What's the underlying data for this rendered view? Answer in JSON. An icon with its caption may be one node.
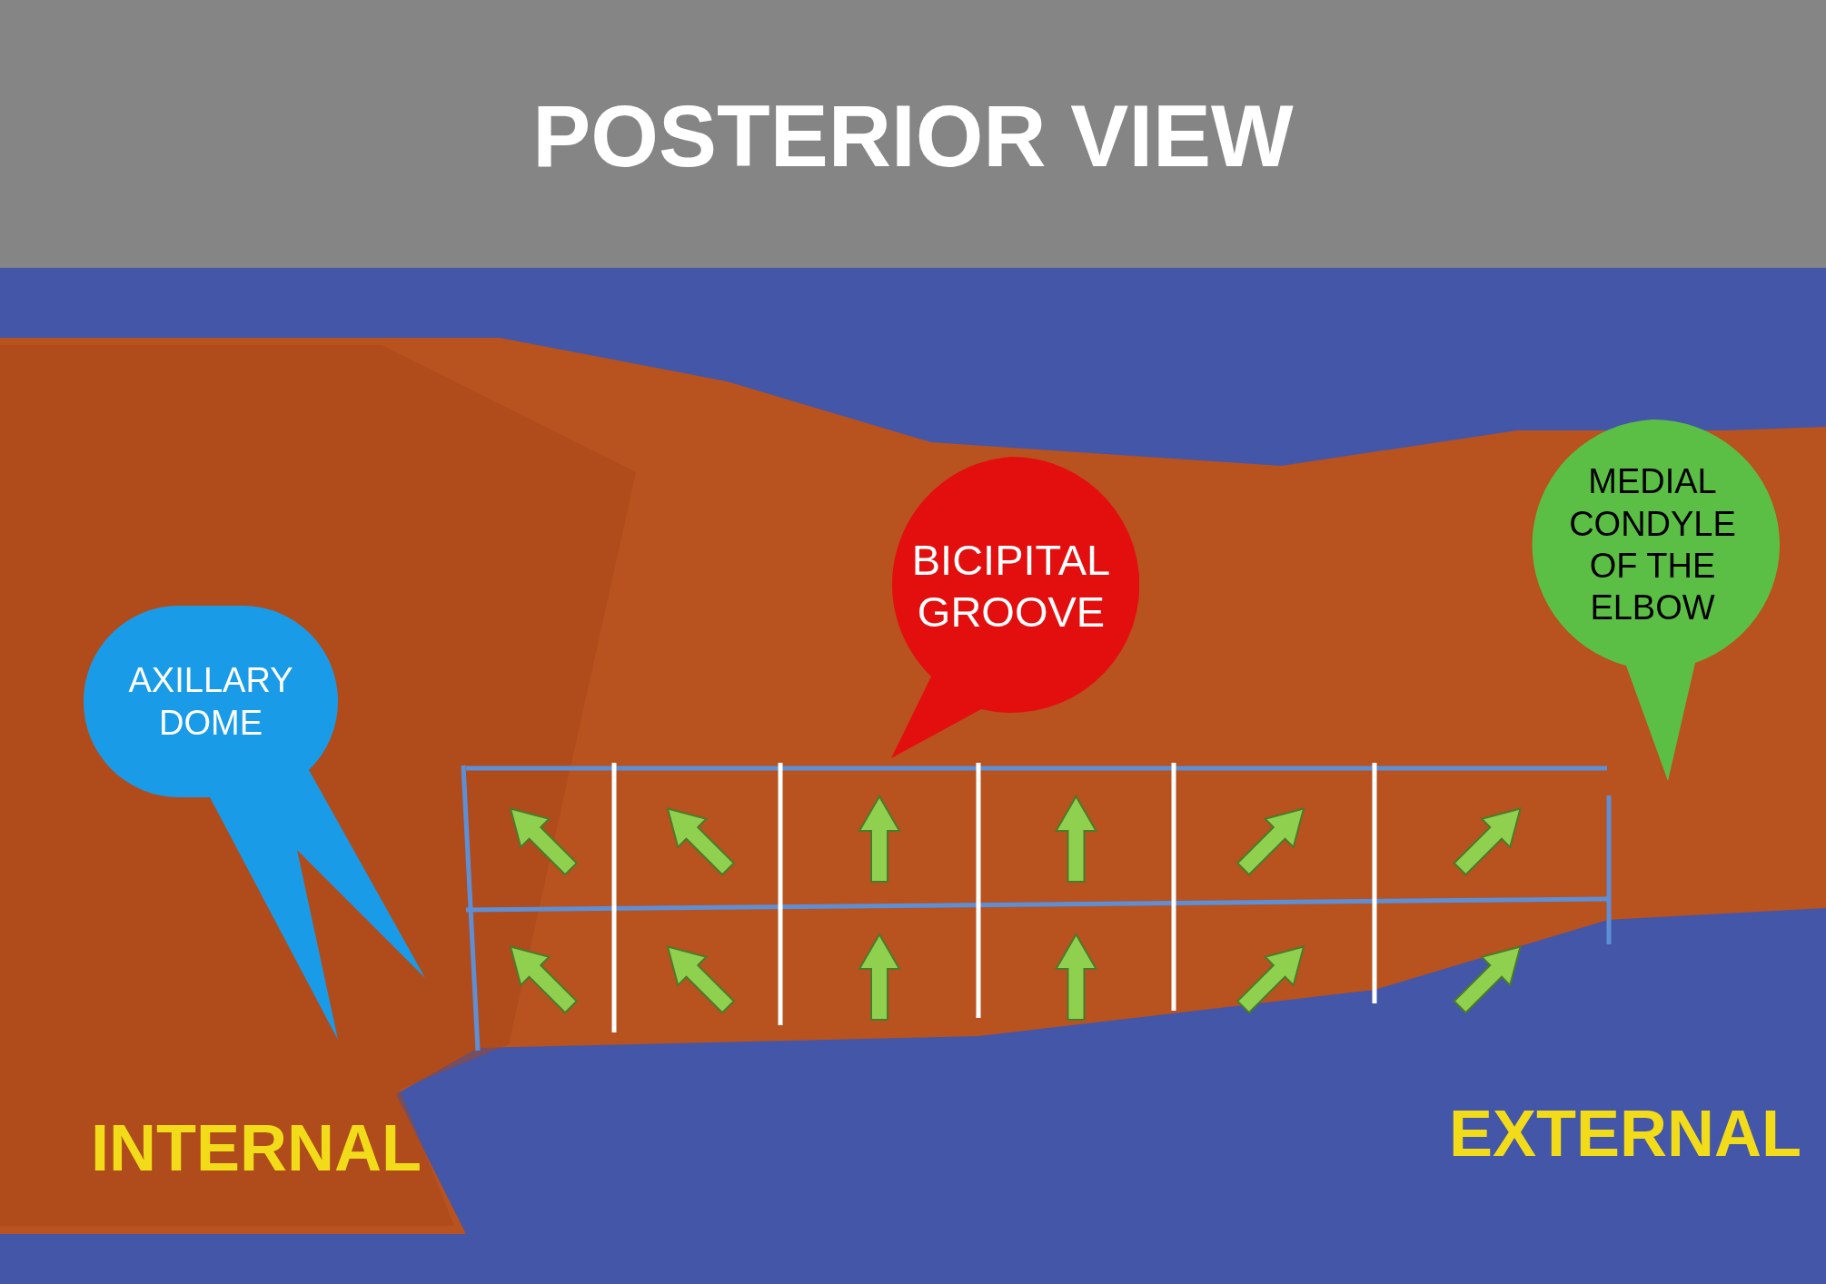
{
  "diagram": {
    "title": "POSTERIOR VIEW",
    "nodes": [
      {
        "text": [
          "AXILLARY DOME"
        ]
      },
      {
        "text": [
          "BICIPITAL GROOVE"
        ]
      },
      {
        "text": [
          "MEDIAL CONDYLE OF THE ELBOW"
        ]
      }
    ],
    "labels": [
      "INTERNAL",
      "EXTERNAL"
    ]
  }
}
